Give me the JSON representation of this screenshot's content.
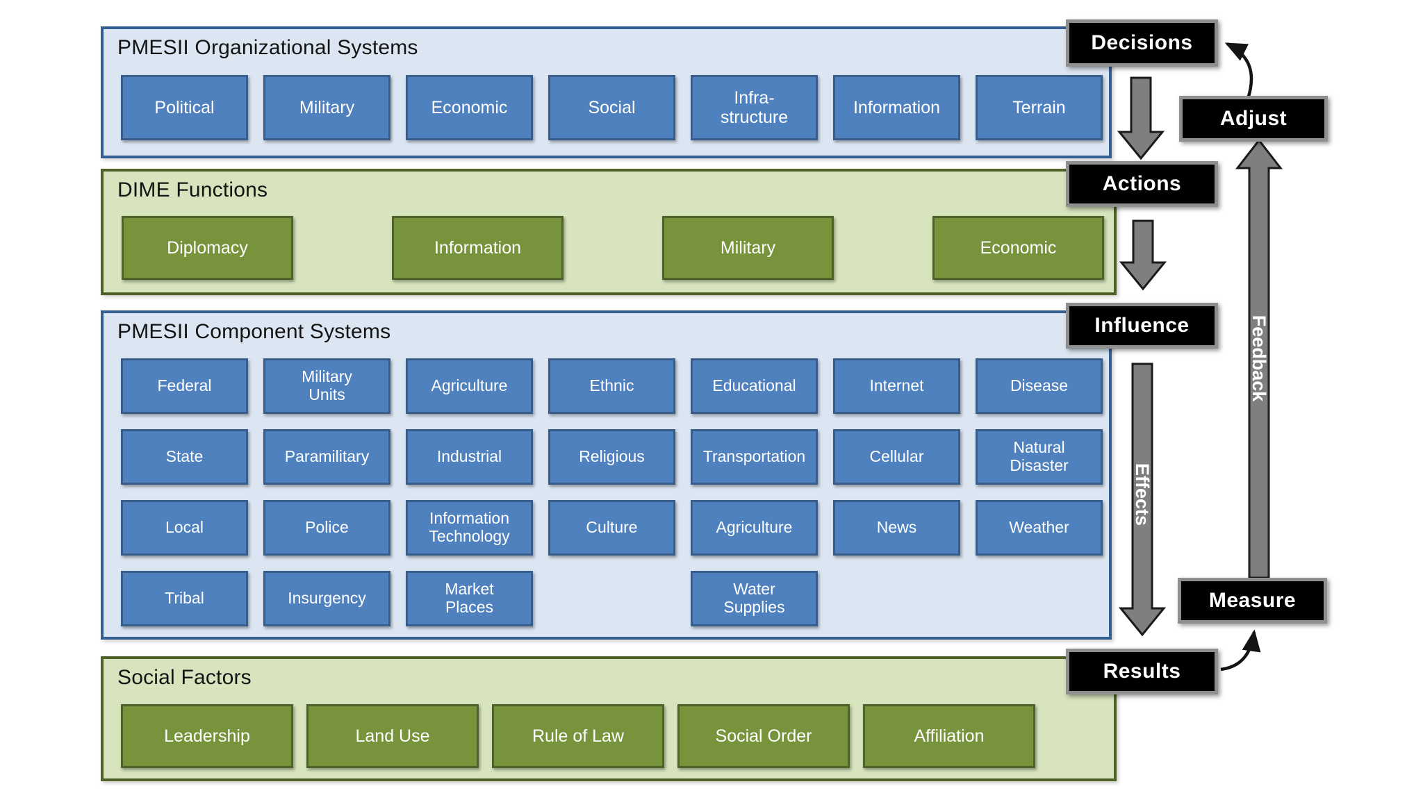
{
  "org_panel": {
    "title": "PMESII Organizational Systems",
    "boxes": [
      "Political",
      "Military",
      "Economic",
      "Social",
      "Infra-\nstructure",
      "Information",
      "Terrain"
    ]
  },
  "dime_panel": {
    "title": "DIME Functions",
    "boxes": [
      "Diplomacy",
      "Information",
      "Military",
      "Economic"
    ]
  },
  "component_panel": {
    "title": "PMESII Component Systems",
    "rows": [
      [
        "Federal",
        "Military\nUnits",
        "Agriculture",
        "Ethnic",
        "Educational",
        "Internet",
        "Disease"
      ],
      [
        "State",
        "Paramilitary",
        "Industrial",
        "Religious",
        "Transportation",
        "Cellular",
        "Natural\nDisaster"
      ],
      [
        "Local",
        "Police",
        "Information\nTechnology",
        "Culture",
        "Agriculture",
        "News",
        "Weather"
      ],
      [
        "Tribal",
        "Insurgency",
        "Market\nPlaces",
        "Water\nSupplies"
      ]
    ]
  },
  "social_panel": {
    "title": "Social Factors",
    "boxes": [
      "Leadership",
      "Land Use",
      "Rule of Law",
      "Social Order",
      "Affiliation"
    ]
  },
  "flow": {
    "decisions": "Decisions",
    "adjust": "Adjust",
    "actions": "Actions",
    "influence": "Influence",
    "measure": "Measure",
    "results": "Results",
    "effects_label": "Effects",
    "feedback_label": "Feedback"
  },
  "colors": {
    "blue_box": "#4e81bd",
    "blue_box_border": "#385d8a",
    "blue_panel_bg": "#dce6f2",
    "blue_panel_border": "#365f91",
    "green_box": "#77933c",
    "green_box_border": "#4f6228",
    "green_panel_bg": "#d7e4bd",
    "black_box": "#000000",
    "black_box_border": "#8f8f8f",
    "arrow_fill": "#7f7f7f",
    "arrow_outline": "#1a1a1a"
  }
}
